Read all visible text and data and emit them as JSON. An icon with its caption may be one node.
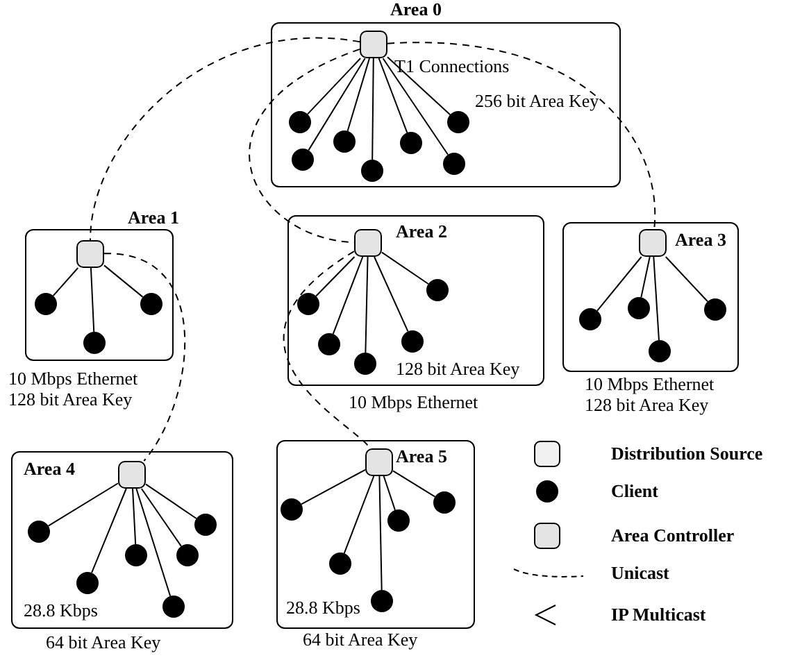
{
  "diagram": {
    "nodes": [
      {
        "text": [
          "Area 0",
          "T1 Connections",
          "256 bit Area Key"
        ]
      },
      {
        "text": [],
        "shape": "box",
        "in": 0
      },
      {
        "text": [],
        "shape": "circle",
        "in": 0
      },
      {
        "text": [],
        "shape": "circle",
        "in": 0
      },
      {
        "text": [],
        "shape": "circle",
        "in": 0
      },
      {
        "text": [],
        "shape": "circle",
        "in": 0
      },
      {
        "text": [],
        "shape": "circle",
        "in": 0
      },
      {
        "text": [],
        "shape": "circle",
        "in": 0
      },
      {
        "text": [],
        "shape": "circle",
        "in": 0
      },
      {
        "text": [
          "Area 1"
        ],
        "beside": [
          "10 Mbps Ethernet",
          "128 bit Area Key"
        ]
      },
      {
        "text": [],
        "shape": "box",
        "in": 9
      },
      {
        "text": [],
        "shape": "circle",
        "in": 9
      },
      {
        "text": [],
        "shape": "circle",
        "in": 9
      },
      {
        "text": [],
        "shape": "circle",
        "in": 9
      },
      {
        "text": [
          "Area 2",
          "128 bit Area Key"
        ],
        "beside": [
          "10 Mbps Ethernet"
        ]
      },
      {
        "text": [],
        "shape": "box",
        "in": 14
      },
      {
        "text": [],
        "shape": "circle",
        "in": 14
      },
      {
        "text": [],
        "shape": "circle",
        "in": 14
      },
      {
        "text": [],
        "shape": "circle",
        "in": 14
      },
      {
        "text": [],
        "shape": "circle",
        "in": 14
      },
      {
        "text": [],
        "shape": "circle",
        "in": 14
      },
      {
        "text": [
          "Area 3"
        ],
        "beside": [
          "10 Mbps Ethernet",
          "128 bit Area Key"
        ]
      },
      {
        "text": [],
        "shape": "box",
        "in": 21
      },
      {
        "text": [],
        "shape": "circle",
        "in": 21
      },
      {
        "text": [],
        "shape": "circle",
        "in": 21
      },
      {
        "text": [],
        "shape": "circle",
        "in": 21
      },
      {
        "text": [],
        "shape": "circle",
        "in": 21
      },
      {
        "text": [
          "Area 4",
          "28.8 Kbps"
        ],
        "beside": [
          "64 bit Area Key"
        ]
      },
      {
        "text": [],
        "shape": "box",
        "in": 27
      },
      {
        "text": [],
        "shape": "circle",
        "in": 27
      },
      {
        "text": [],
        "shape": "circle",
        "in": 27
      },
      {
        "text": [],
        "shape": "circle",
        "in": 27
      },
      {
        "text": [],
        "shape": "circle",
        "in": 27
      },
      {
        "text": [],
        "shape": "circle",
        "in": 27
      },
      {
        "text": [],
        "shape": "circle",
        "in": 27
      },
      {
        "text": [
          "Area 5",
          "28.8 Kbps"
        ],
        "beside": [
          "64 bit Area Key"
        ]
      },
      {
        "text": [],
        "shape": "box",
        "in": 35
      },
      {
        "text": [],
        "shape": "circle",
        "in": 35
      },
      {
        "text": [],
        "shape": "circle",
        "in": 35
      },
      {
        "text": [],
        "shape": "circle",
        "in": 35
      },
      {
        "text": [],
        "shape": "circle",
        "in": 35
      },
      {
        "text": [],
        "shape": "circle",
        "in": 35
      }
    ],
    "edges": [
      {
        "from": 1,
        "to": 2,
        "arrow": "none"
      },
      {
        "from": 1,
        "to": 3,
        "arrow": "none"
      },
      {
        "from": 1,
        "to": 4,
        "arrow": "none"
      },
      {
        "from": 1,
        "to": 5,
        "arrow": "none"
      },
      {
        "from": 1,
        "to": 6,
        "arrow": "none"
      },
      {
        "from": 1,
        "to": 7,
        "arrow": "none"
      },
      {
        "from": 1,
        "to": 8,
        "arrow": "none"
      },
      {
        "from": 10,
        "to": 11,
        "arrow": "none"
      },
      {
        "from": 10,
        "to": 12,
        "arrow": "none"
      },
      {
        "from": 10,
        "to": 13,
        "arrow": "none"
      },
      {
        "from": 15,
        "to": 16,
        "arrow": "none"
      },
      {
        "from": 15,
        "to": 17,
        "arrow": "none"
      },
      {
        "from": 15,
        "to": 18,
        "arrow": "none"
      },
      {
        "from": 15,
        "to": 19,
        "arrow": "none"
      },
      {
        "from": 15,
        "to": 20,
        "arrow": "none"
      },
      {
        "from": 22,
        "to": 23,
        "arrow": "none"
      },
      {
        "from": 22,
        "to": 24,
        "arrow": "none"
      },
      {
        "from": 22,
        "to": 25,
        "arrow": "none"
      },
      {
        "from": 22,
        "to": 26,
        "arrow": "none"
      },
      {
        "from": 28,
        "to": 29,
        "arrow": "none"
      },
      {
        "from": 28,
        "to": 30,
        "arrow": "none"
      },
      {
        "from": 28,
        "to": 31,
        "arrow": "none"
      },
      {
        "from": 28,
        "to": 32,
        "arrow": "none"
      },
      {
        "from": 28,
        "to": 33,
        "arrow": "none"
      },
      {
        "from": 28,
        "to": 34,
        "arrow": "none"
      },
      {
        "from": 36,
        "to": 37,
        "arrow": "none"
      },
      {
        "from": 36,
        "to": 38,
        "arrow": "none"
      },
      {
        "from": 36,
        "to": 39,
        "arrow": "none"
      },
      {
        "from": 36,
        "to": 40,
        "arrow": "none"
      },
      {
        "from": 36,
        "to": 41,
        "arrow": "none"
      },
      {
        "from": 1,
        "to": 10,
        "arrow": "none",
        "style": "dashed"
      },
      {
        "from": 1,
        "to": 15,
        "arrow": "none",
        "style": "dashed"
      },
      {
        "from": 1,
        "to": 22,
        "arrow": "none",
        "style": "dashed"
      },
      {
        "from": 10,
        "to": 28,
        "arrow": "none",
        "style": "dashed"
      },
      {
        "from": 15,
        "to": 36,
        "arrow": "none",
        "style": "dashed"
      }
    ],
    "legend": [
      {
        "text": "Distribution Source"
      },
      {
        "text": "Client"
      },
      {
        "text": "Area Controller"
      },
      {
        "text": "Unicast"
      },
      {
        "text": "IP Multicast"
      }
    ]
  }
}
